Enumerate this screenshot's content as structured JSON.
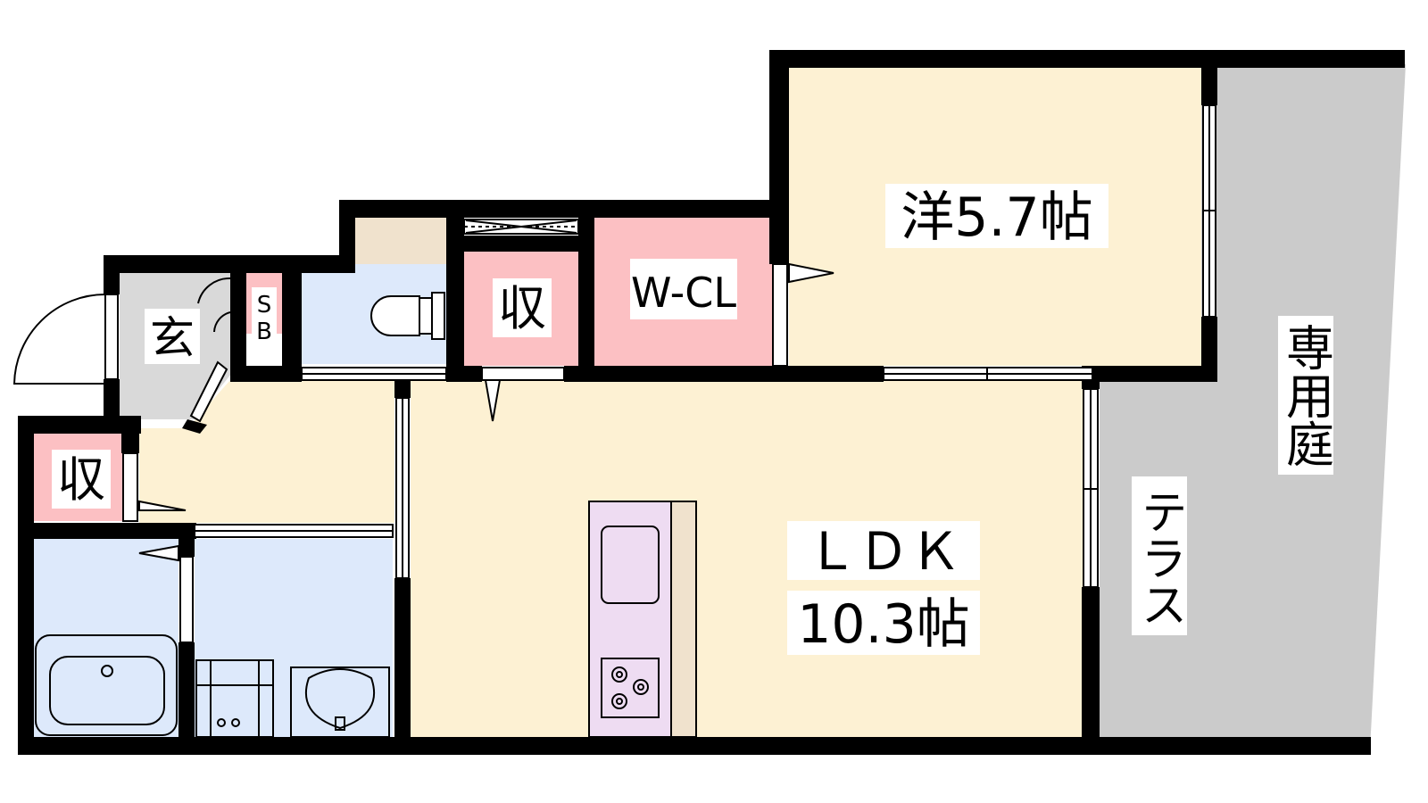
{
  "rooms": {
    "western": {
      "label": "洋5.7帖"
    },
    "wcl": {
      "label": "W-CL"
    },
    "storage_upper": {
      "label": "収"
    },
    "storage_lower": {
      "label": "収"
    },
    "entrance": {
      "label": "玄"
    },
    "shoebox": {
      "label_line1": "S",
      "label_line2": "B"
    },
    "ldk": {
      "label_line1": "ＬＤＫ",
      "label_line2": "10.3帖"
    },
    "terrace": {
      "label": "テラス"
    },
    "garden": {
      "label": "専用庭"
    }
  },
  "colors": {
    "room_yellow": "#fdf1d3",
    "storage_pink": "#fcc0c3",
    "wet_blue": "#dde9fb",
    "gray_area": "#cbcbcb",
    "entrance_gray": "#d9d9d9",
    "kitchen_purple": "#eedcf2",
    "wall": "#000000"
  }
}
